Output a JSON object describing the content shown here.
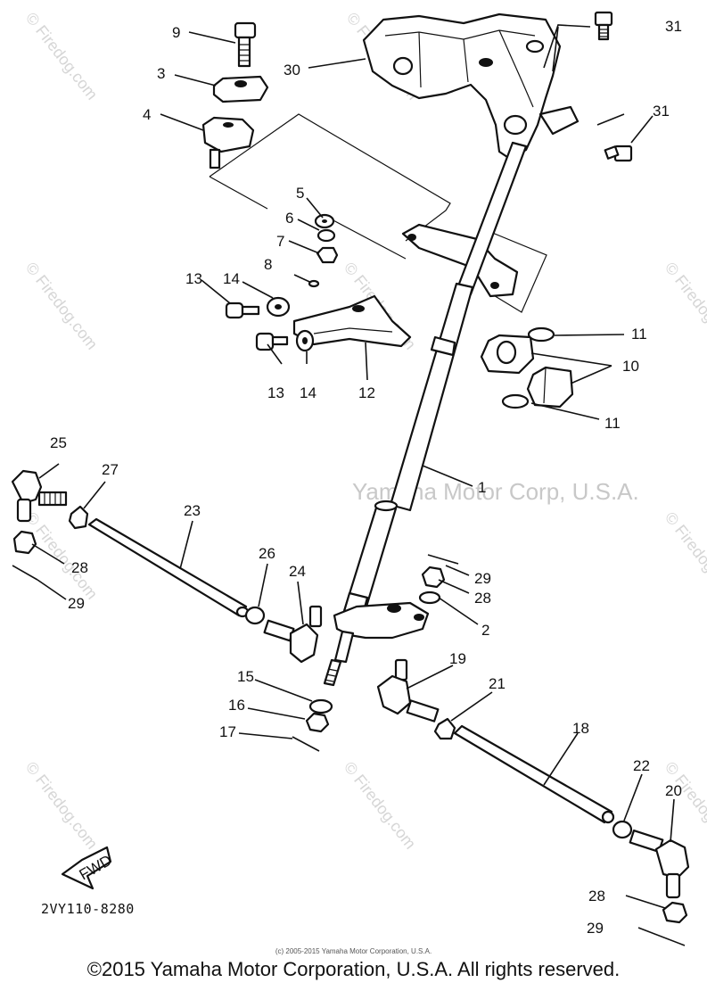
{
  "watermark": {
    "center": "Yamaha Motor Corp, U.S.A.",
    "repeat": "© Firedog.com"
  },
  "labels": {
    "p1": "1",
    "p2": "2",
    "p3": "3",
    "p4": "4",
    "p5": "5",
    "p6": "6",
    "p7": "7",
    "p8": "8",
    "p9": "9",
    "p10": "10",
    "p11a": "11",
    "p11b": "11",
    "p12": "12",
    "p13a": "13",
    "p13b": "13",
    "p14a": "14",
    "p14b": "14",
    "p15": "15",
    "p16": "16",
    "p17": "17",
    "p18": "18",
    "p19": "19",
    "p20": "20",
    "p21": "21",
    "p22": "22",
    "p23": "23",
    "p24": "24",
    "p25": "25",
    "p26": "26",
    "p27": "27",
    "p28a": "28",
    "p28b": "28",
    "p28c": "28",
    "p29a": "29",
    "p29b": "29",
    "p29c": "29",
    "p30": "30",
    "p31a": "31",
    "p31b": "31"
  },
  "fwd_label": "FWD",
  "diagram_code": "2VY110-8280",
  "small_copyright": "(c) 2005-2015 Yamaha Motor Corporation, U.S.A.",
  "footer": "©2015 Yamaha Motor Corporation, U.S.A. All rights reserved."
}
